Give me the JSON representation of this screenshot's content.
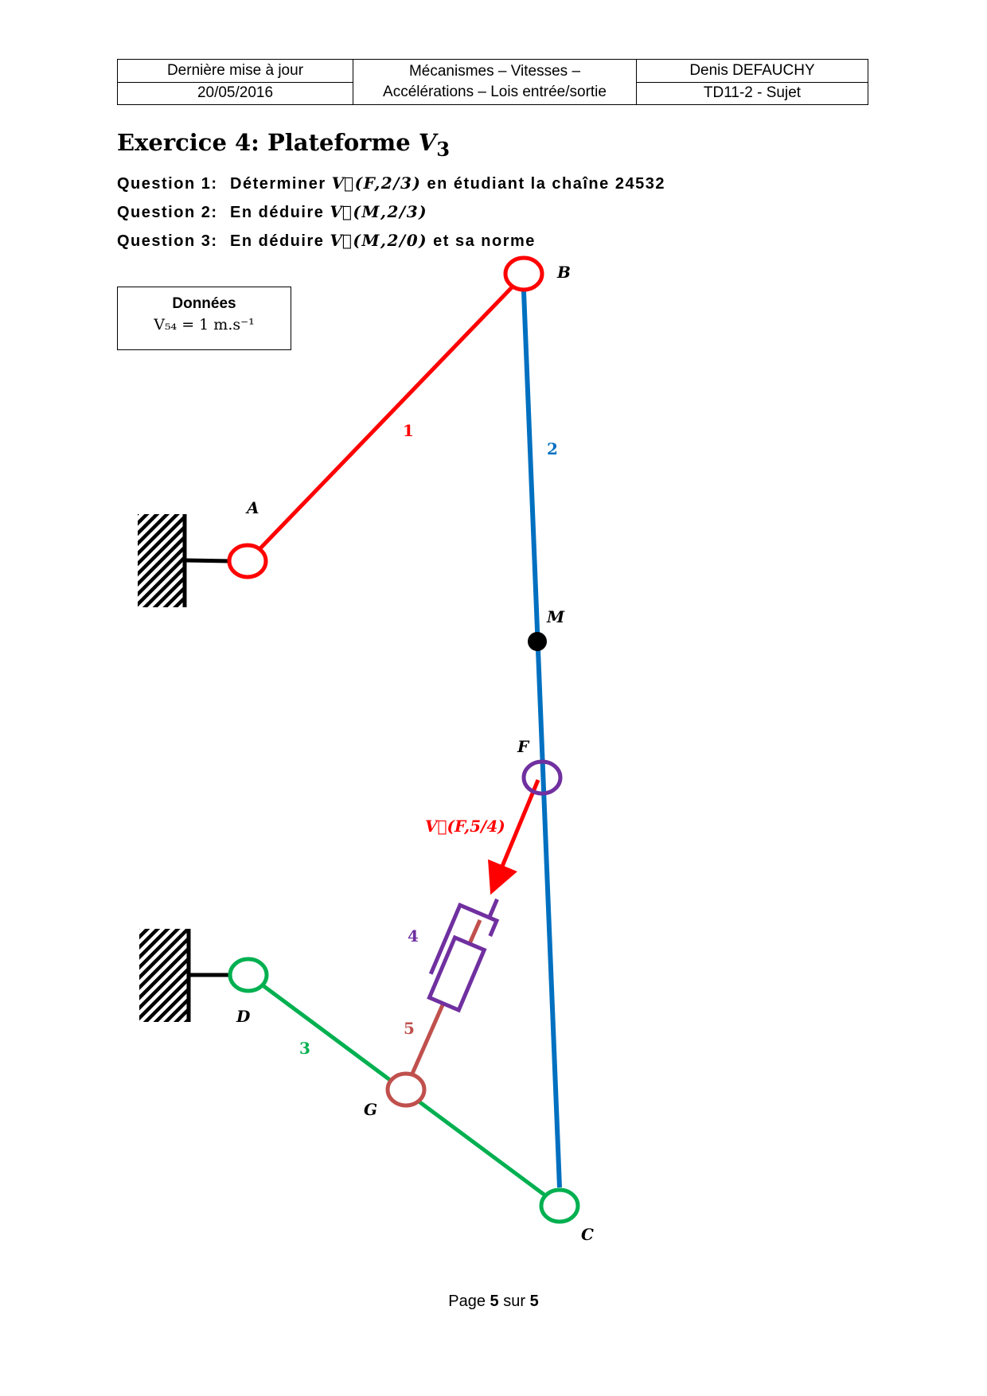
{
  "header": {
    "last_update_label": "Dernière mise à jour",
    "date": "20/05/2016",
    "topic_line1": "Mécanismes – Vitesses –",
    "topic_line2": "Accélérations – Lois entrée/sortie",
    "author": "Denis DEFAUCHY",
    "doc_ref": "TD11-2 - Sujet"
  },
  "exercise": {
    "title": "Exercice 4:  Plateforme ",
    "title_var": "V",
    "title_sub": "3"
  },
  "questions": [
    {
      "label": "Question 1:",
      "text_before": "Déterminer ",
      "math": "V⃗(F,2/3)",
      "text_after": " en étudiant la chaîne 24532"
    },
    {
      "label": "Question 2:",
      "text_before": "En déduire ",
      "math": "V⃗(M,2/3)",
      "text_after": ""
    },
    {
      "label": "Question 3:",
      "text_before": "En déduire ",
      "math": "V⃗(M,2/0)",
      "text_after": " et sa norme"
    }
  ],
  "data_box": {
    "heading": "Données",
    "formula": "V₅₄ = 1 m.s⁻¹"
  },
  "diagram": {
    "points": {
      "A": "A",
      "B": "B",
      "C": "C",
      "D": "D",
      "F": "F",
      "G": "G",
      "M": "M"
    },
    "parts": {
      "p1": "1",
      "p2": "2",
      "p3": "3",
      "p4": "4",
      "p5": "5"
    },
    "vector_label": "V⃗(F,5/4)",
    "colors": {
      "part1": "#ff0000",
      "part2": "#0070c0",
      "part3": "#00b050",
      "part4": "#7030a0",
      "part5": "#c0504d",
      "vector": "#ff0000"
    }
  },
  "footer": {
    "prefix": "Page ",
    "page": "5",
    "middle": " sur ",
    "total": "5"
  }
}
